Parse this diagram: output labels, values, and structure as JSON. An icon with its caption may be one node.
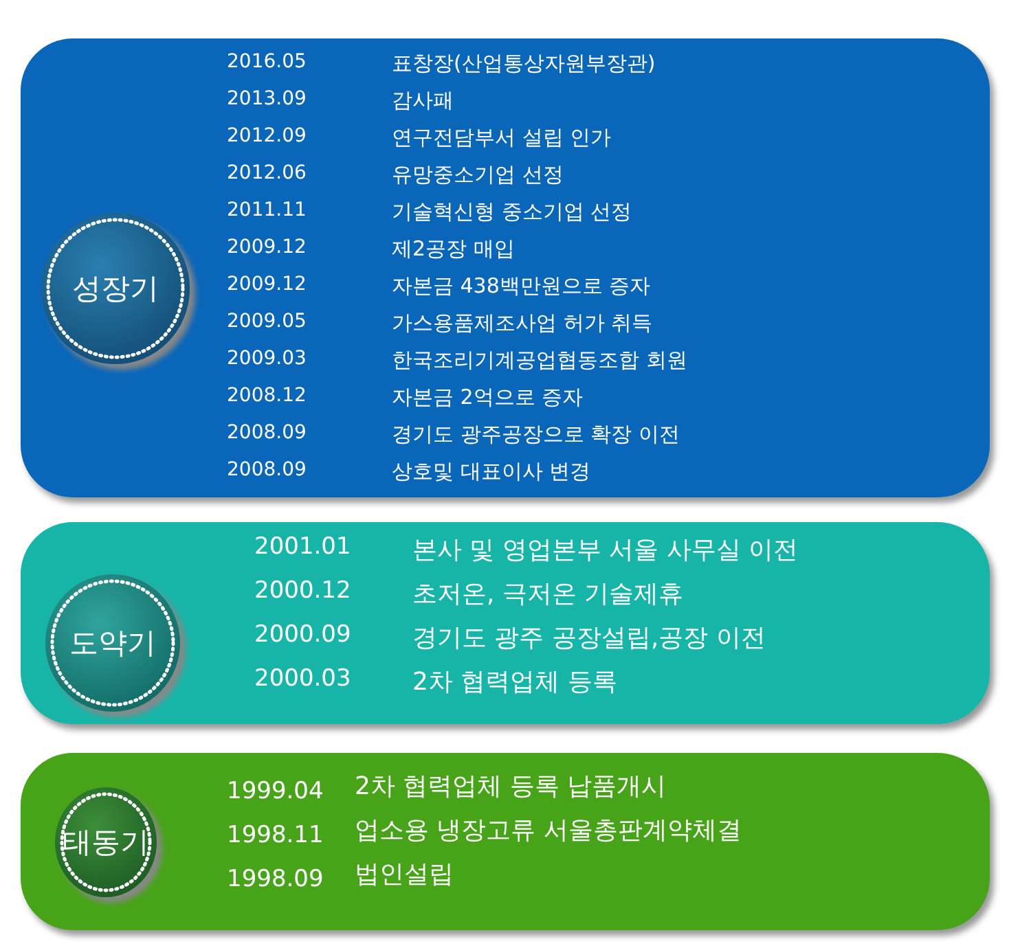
{
  "diagram": {
    "nodes": [
      {
        "text": [
          "2016.05",
          "표창장(산업통상자원부장관)",
          "2013.09",
          "감사패",
          "2012.09",
          "연구전담부서 설립 인가",
          "2012.06",
          "유망중소기업 선정",
          "2011.11",
          "기술혁신형 중소기업 선정",
          "2009.12",
          "제2공장 매입",
          "2009.12",
          "자본금 438백만원으로 증자",
          "2009.05",
          "가스용품제조사업 허가 취득",
          "2009.03",
          "한국조리기계공업협동조합 회원",
          "2008.12",
          "자본금 2억으로 증자",
          "2008.09",
          "경기도 광주공장으로 확장 이전",
          "2008.09",
          "상호및 대표이사 변경"
        ]
      },
      {
        "text": [
          "성장기"
        ],
        "in": 0
      },
      {
        "text": [
          "2001.01",
          "본사 및 영업본부 서울 사무실 이전",
          "2000.12",
          "초저온, 극저온 기술제휴",
          "2000.09",
          "경기도 광주 공장설립,공장 이전",
          "2000.03",
          "2차 협력업체 등록"
        ]
      },
      {
        "text": [
          "도약기"
        ],
        "in": 2
      },
      {
        "text": [
          "1999.04",
          "2차 협력업체 등록 납품개시",
          "1998.11",
          "업소용 냉장고류 서울총판계약체결",
          "1998.09",
          "법인설립"
        ]
      },
      {
        "text": [
          "태동기"
        ],
        "in": 4
      }
    ]
  }
}
